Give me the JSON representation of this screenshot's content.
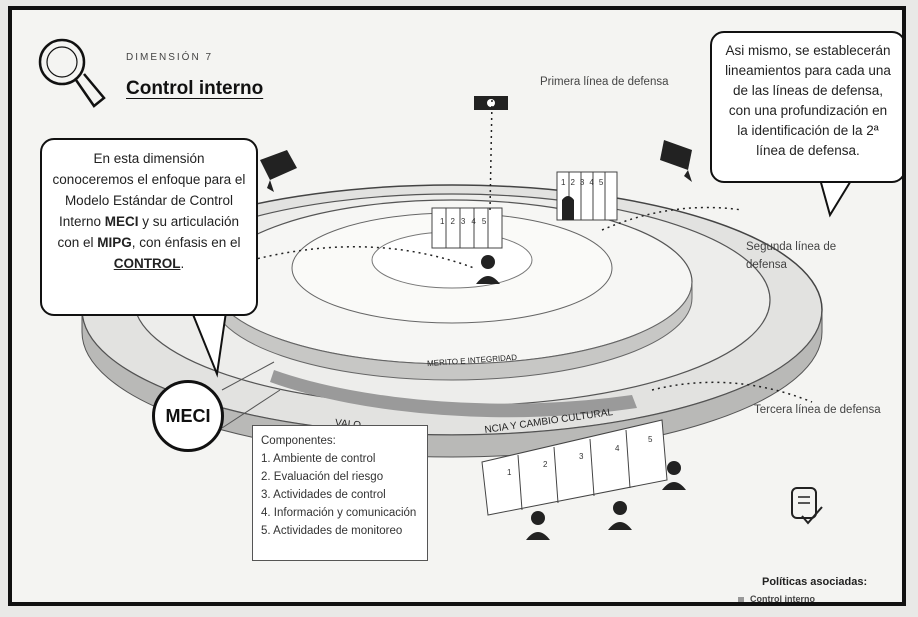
{
  "header": {
    "dimension_label": "DIMENSIÓN 7",
    "title": "Control interno"
  },
  "left_bubble": {
    "text_1": "En esta dimensión conoceremos el enfoque para el Modelo Estándar de Control Interno ",
    "bold_1": "MECI",
    "text_2": " y su articulación con el ",
    "bold_2": "MIPG",
    "text_3": ", con énfasis en el ",
    "bold_3": "CONTROL",
    "text_4": "."
  },
  "right_bubble": {
    "text": "Asi mismo, se establecerán lineamientos para cada una de las líneas de defensa, con una profundización en la identificación de la 2ª línea de defensa."
  },
  "lines": {
    "first": "Primera línea de defensa",
    "second": "Segunda línea de defensa",
    "third": "Tercera línea de defensa"
  },
  "ring_labels": {
    "inner": "MERITO E INTEGRIDAD",
    "outer_left": "VALO",
    "outer_right": "NCIA Y CAMBIO CULTURAL"
  },
  "meci": {
    "label": "MECI"
  },
  "components": {
    "title": "Componentes:",
    "items": [
      "1. Ambiente de control",
      "2. Evaluación del riesgo",
      "3. Actividades de control",
      "4. Información y comunicación",
      "5. Actividades de monitoreo"
    ]
  },
  "policies": {
    "title": "Políticas asociadas:",
    "items": [
      "Control interno"
    ]
  },
  "door_numbers": [
    "1",
    "2",
    "3",
    "4",
    "5"
  ],
  "colors": {
    "frame": "#111111",
    "ring_band": "#9a9a9a",
    "background": "#f4f4f2"
  }
}
